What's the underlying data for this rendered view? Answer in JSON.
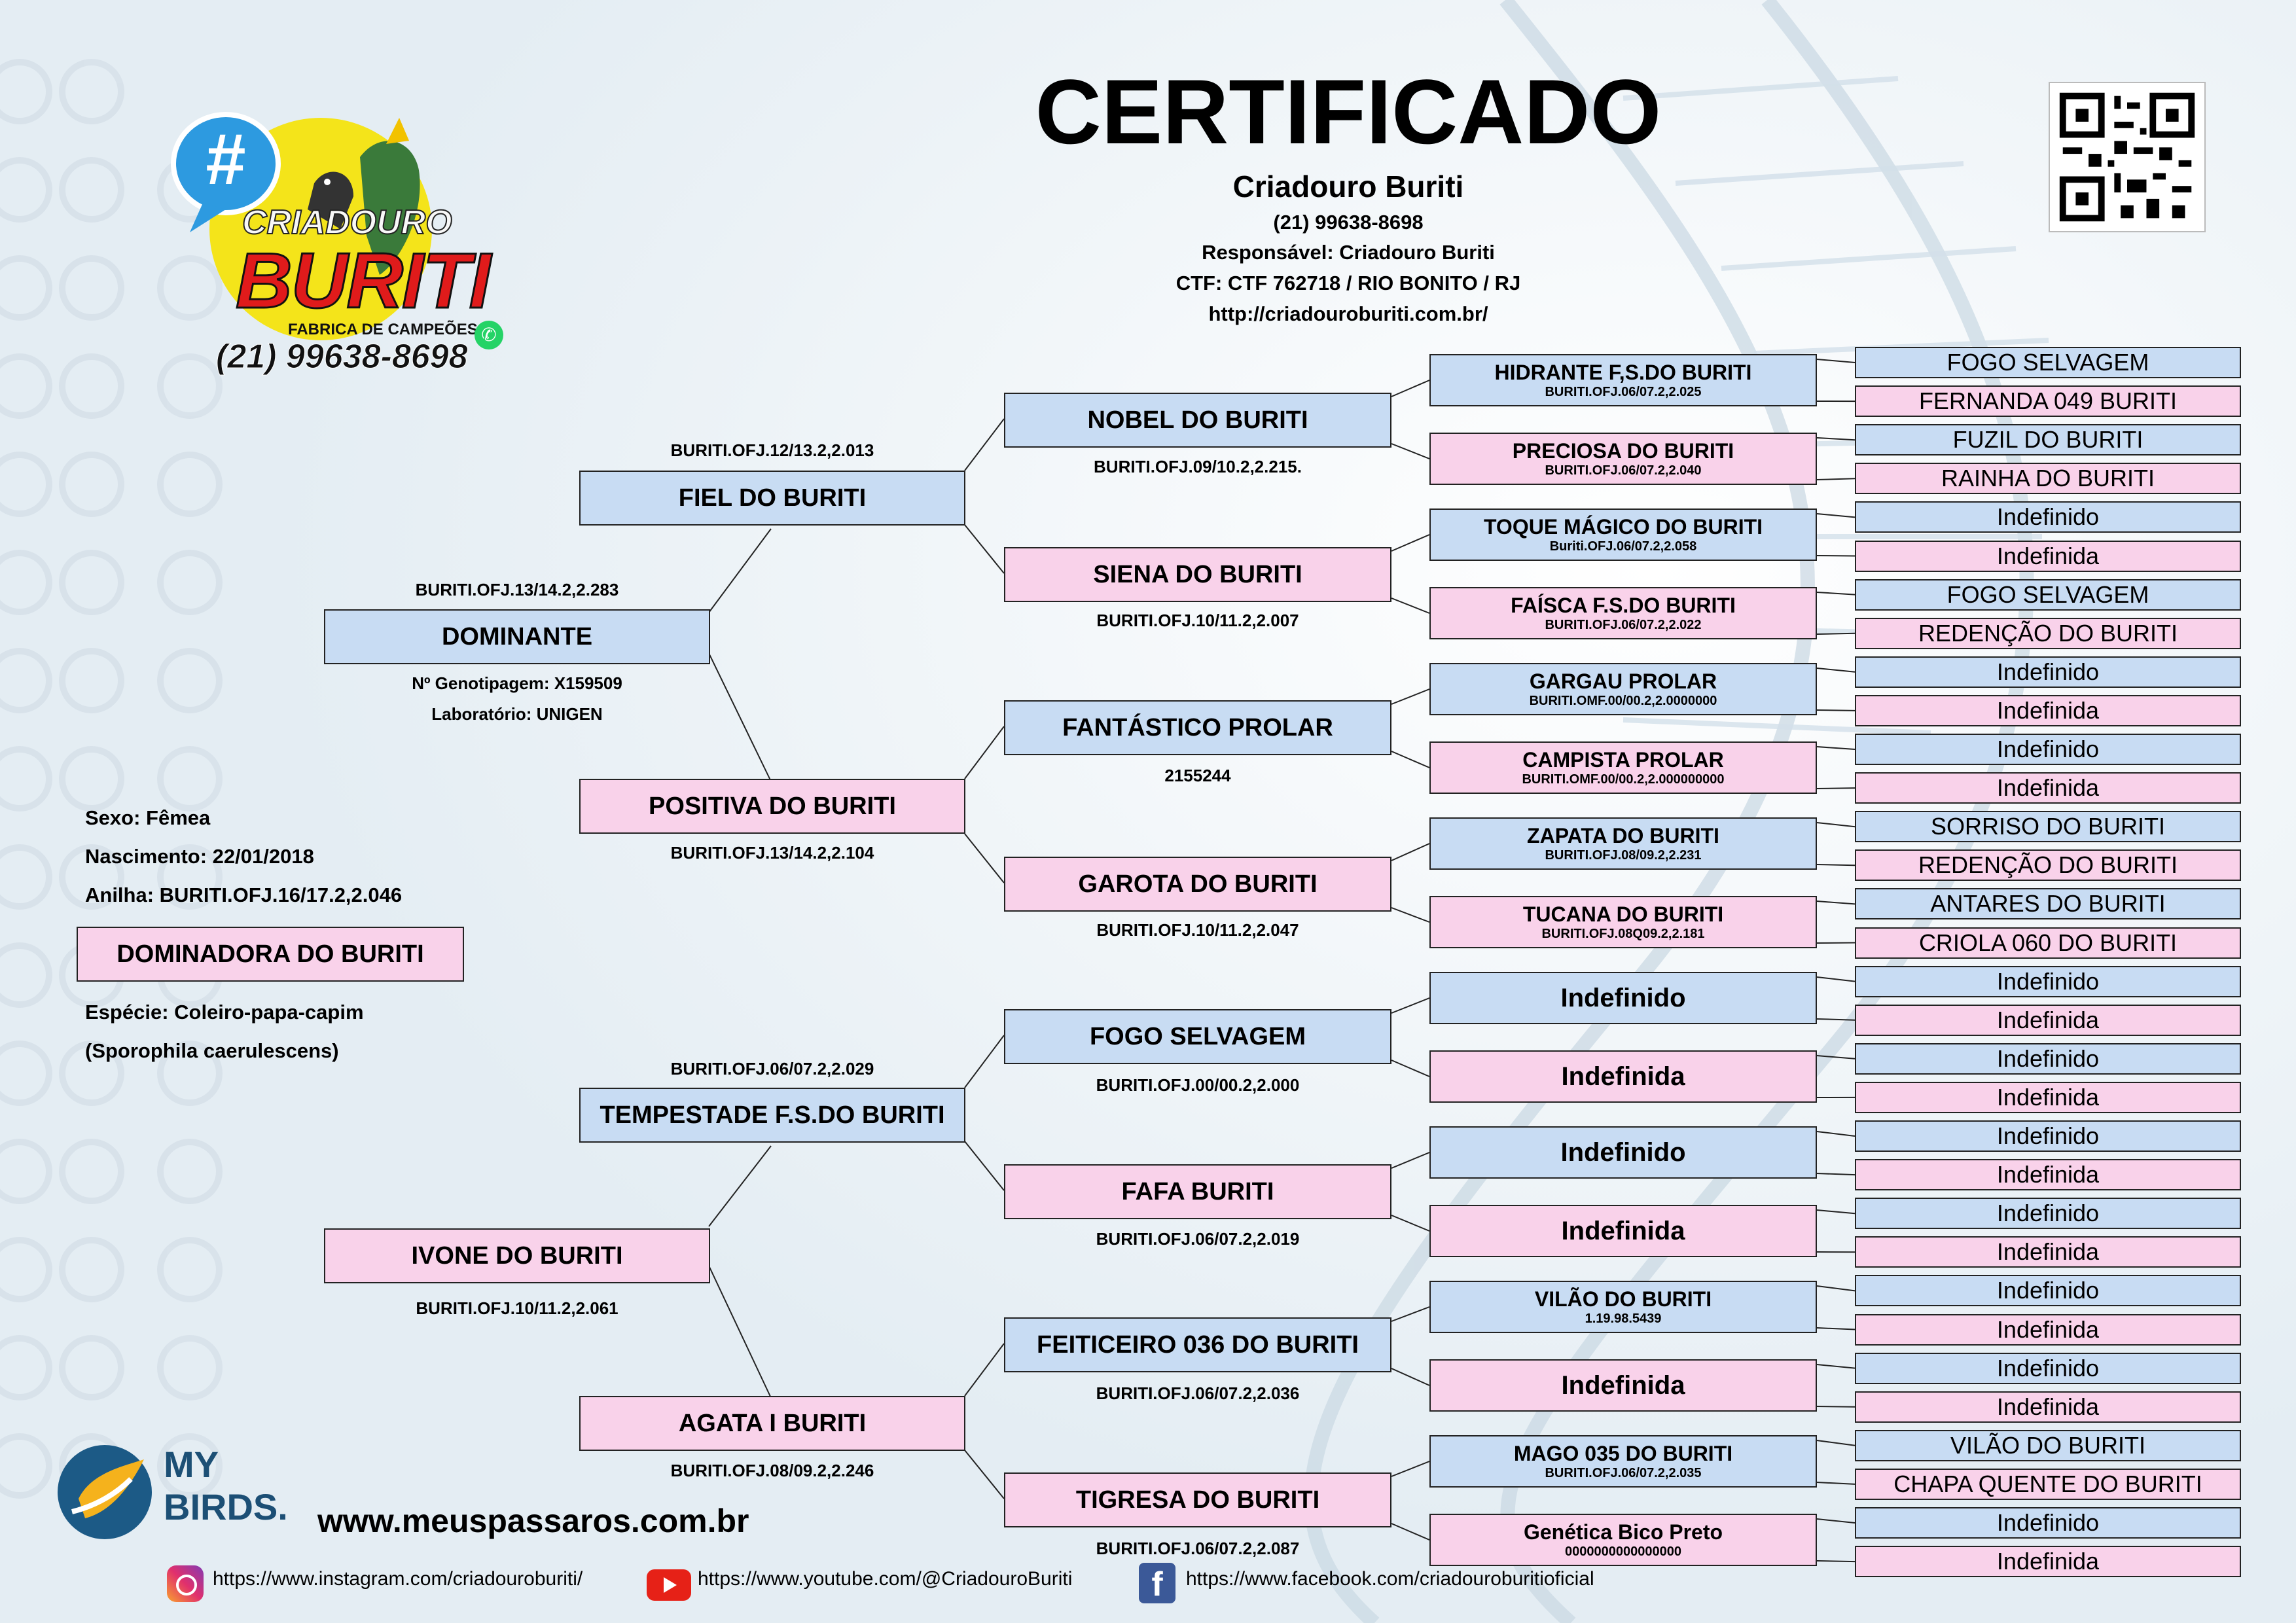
{
  "header": {
    "title": "CERTIFICADO",
    "breeder_name": "Criadouro Buriti",
    "phone": "(21) 99638-8698",
    "responsible": "Responsável: Criadouro Buriti",
    "ctf": "CTF: CTF 762718 / RIO BONITO / RJ",
    "website": "http://criadouroburiti.com.br/"
  },
  "logo": {
    "hash": "#",
    "line1": "CRIADOURO",
    "line2": "BURITI",
    "tagline": "FABRICA DE CAMPEÕES",
    "phone": "(21) 99638-8698"
  },
  "bird": {
    "name": "DOMINADORA DO BURITI",
    "sex": "Sexo: Fêmea",
    "birth": "Nascimento: 22/01/2018",
    "ring": "Anilha: BURITI.OFJ.16/17.2,2.046",
    "species": "Espécie: Coleiro-papa-capim",
    "scientific": "(Sporophila caerulescens)"
  },
  "gen1": [
    {
      "name": "DOMINANTE",
      "ring": "BURITI.OFJ.13/14.2,2.283",
      "extra1": "Nº Genotipagem: X159509",
      "extra2": "Laboratório: UNIGEN"
    },
    {
      "name": "IVONE DO BURITI",
      "ring": "BURITI.OFJ.10/11.2,2.061"
    }
  ],
  "gen2": [
    {
      "name": "FIEL DO BURITI",
      "ring": "BURITI.OFJ.12/13.2,2.013"
    },
    {
      "name": "POSITIVA DO BURITI",
      "ring": "BURITI.OFJ.13/14.2,2.104"
    },
    {
      "name": "TEMPESTADE F.S.DO BURITI",
      "ring": "BURITI.OFJ.06/07.2,2.029"
    },
    {
      "name": "AGATA I BURITI",
      "ring": "BURITI.OFJ.08/09.2,2.246"
    }
  ],
  "gen3": [
    {
      "name": "NOBEL DO BURITI",
      "ring": "BURITI.OFJ.09/10.2,2.215."
    },
    {
      "name": "SIENA DO BURITI",
      "ring": "BURITI.OFJ.10/11.2,2.007"
    },
    {
      "name": "FANTÁSTICO PROLAR",
      "ring": "2155244"
    },
    {
      "name": "GAROTA DO BURITI",
      "ring": "BURITI.OFJ.10/11.2,2.047"
    },
    {
      "name": "FOGO SELVAGEM",
      "ring": "BURITI.OFJ.00/00.2,2.000"
    },
    {
      "name": "FAFA BURITI",
      "ring": "BURITI.OFJ.06/07.2,2.019"
    },
    {
      "name": "FEITICEIRO 036 DO BURITI",
      "ring": "BURITI.OFJ.06/07.2,2.036"
    },
    {
      "name": "TIGRESA DO BURITI",
      "ring": "BURITI.OFJ.06/07.2,2.087"
    }
  ],
  "gen4": [
    {
      "name": "HIDRANTE F,S.DO BURITI",
      "ring": "BURITI.OFJ.06/07.2,2.025"
    },
    {
      "name": "PRECIOSA DO BURITI",
      "ring": "BURITI.OFJ.06/07.2,2.040"
    },
    {
      "name": "TOQUE MÁGICO DO BURITI",
      "ring": "Buriti.OFJ.06/07.2,2.058"
    },
    {
      "name": "FAÍSCA F.S.DO BURITI",
      "ring": "BURITI.OFJ.06/07.2,2.022"
    },
    {
      "name": "GARGAU PROLAR",
      "ring": "BURITI.OMF.00/00.2,2.0000000"
    },
    {
      "name": "CAMPISTA PROLAR",
      "ring": "BURITI.OMF.00/00.2,2.000000000"
    },
    {
      "name": "ZAPATA DO BURITI",
      "ring": "BURITI.OFJ.08/09.2,2.231"
    },
    {
      "name": "TUCANA DO BURITI",
      "ring": "BURITI.OFJ.08Q09.2,2.181"
    },
    {
      "name": "Indefinido",
      "ring": ""
    },
    {
      "name": "Indefinida",
      "ring": ""
    },
    {
      "name": "Indefinido",
      "ring": ""
    },
    {
      "name": "Indefinida",
      "ring": ""
    },
    {
      "name": "VILÃO DO BURITI",
      "ring": "1.19.98.5439"
    },
    {
      "name": "Indefinida",
      "ring": ""
    },
    {
      "name": "MAGO 035 DO BURITI",
      "ring": "BURITI.OFJ.06/07.2,2.035"
    },
    {
      "name": "Genética Bico Preto",
      "ring": "0000000000000000"
    }
  ],
  "gen5": [
    "FOGO SELVAGEM",
    "FERNANDA 049 BURITI",
    "FUZIL DO BURITI",
    "RAINHA DO BURITI",
    "Indefinido",
    "Indefinida",
    "FOGO SELVAGEM",
    "REDENÇÃO DO BURITI",
    "Indefinido",
    "Indefinida",
    "Indefinido",
    "Indefinida",
    "SORRISO DO BURITI",
    "REDENÇÃO DO BURITI",
    "ANTARES DO BURITI",
    "CRIOLA 060 DO BURITI",
    "Indefinido",
    "Indefinida",
    "Indefinido",
    "Indefinida",
    "Indefinido",
    "Indefinida",
    "Indefinido",
    "Indefinida",
    "Indefinido",
    "Indefinida",
    "Indefinido",
    "Indefinida",
    "VILÃO DO BURITI",
    "CHAPA QUENTE DO BURITI",
    "Indefinido",
    "Indefinida"
  ],
  "footer": {
    "brand_top": "MY",
    "brand_bottom": "BIRDS.",
    "site": "www.meuspassaros.com.br",
    "instagram": "https://www.instagram.com/criadouroburiti/",
    "youtube": "https://www.youtube.com/@CriadouroBuriti",
    "facebook": "https://www.facebook.com/criadouroburitioficial"
  },
  "colors": {
    "male": "#c8dcf3",
    "female": "#f9d2ea"
  }
}
